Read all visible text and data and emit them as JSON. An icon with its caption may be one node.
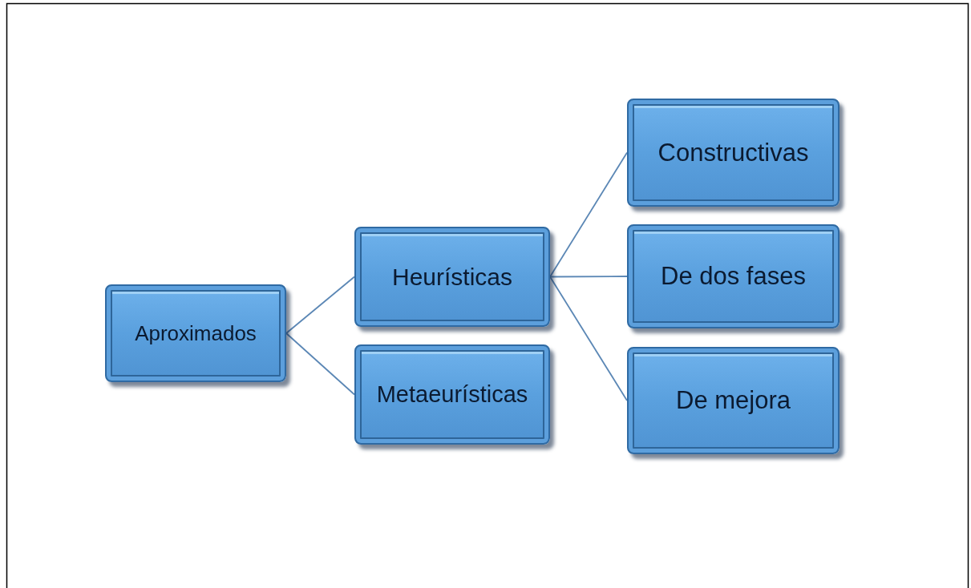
{
  "diagram": {
    "nodes": [
      {
        "text": [
          "Aproximados"
        ]
      },
      {
        "text": [
          "Heurísticas"
        ]
      },
      {
        "text": [
          "Metaeurísticas"
        ]
      },
      {
        "text": [
          "Constructivas"
        ]
      },
      {
        "text": [
          "De dos fases"
        ]
      },
      {
        "text": [
          "De mejora"
        ]
      }
    ],
    "edges": [
      {
        "from": 0,
        "to": 1,
        "arrow": "none"
      },
      {
        "from": 0,
        "to": 2,
        "arrow": "none"
      },
      {
        "from": 1,
        "to": 3,
        "arrow": "none"
      },
      {
        "from": 1,
        "to": 4,
        "arrow": "none"
      },
      {
        "from": 1,
        "to": 5,
        "arrow": "none"
      }
    ]
  }
}
